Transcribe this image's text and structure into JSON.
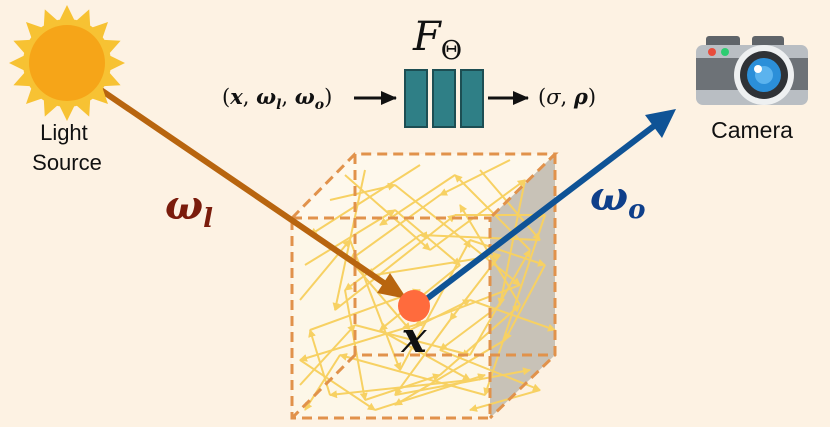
{
  "light_source": {
    "line1": "Light",
    "line2": "Source"
  },
  "camera": {
    "label": "Camera"
  },
  "network": {
    "name": "F",
    "subscript": "Θ"
  },
  "input_tuple": {
    "open": "(",
    "x": "x",
    "sep1": ", ",
    "wl": "ω",
    "wl_sub": "l",
    "sep2": ", ",
    "wo": "ω",
    "wo_sub": "o",
    "close": ")"
  },
  "output_tuple": {
    "open": "(",
    "sigma": "σ",
    "sep": ", ",
    "rho": "ρ",
    "close": ")"
  },
  "omega_l": {
    "symbol": "ω",
    "sub": "l"
  },
  "omega_o": {
    "symbol": "ω",
    "sub": "o"
  },
  "point": {
    "label": "x"
  },
  "colors": {
    "background": "#fdf2e3",
    "light_arrow": "#b8650f",
    "camera_arrow": "#0f5396",
    "omega_l": "#7a1c0c",
    "omega_o": "#0f3f8a",
    "box_edges": "#e1924b",
    "scatter_paths": "#f7d163",
    "side_face": "#c8c2b7",
    "network_blocks": "#2f7f86",
    "point": "#ff6b3d"
  }
}
